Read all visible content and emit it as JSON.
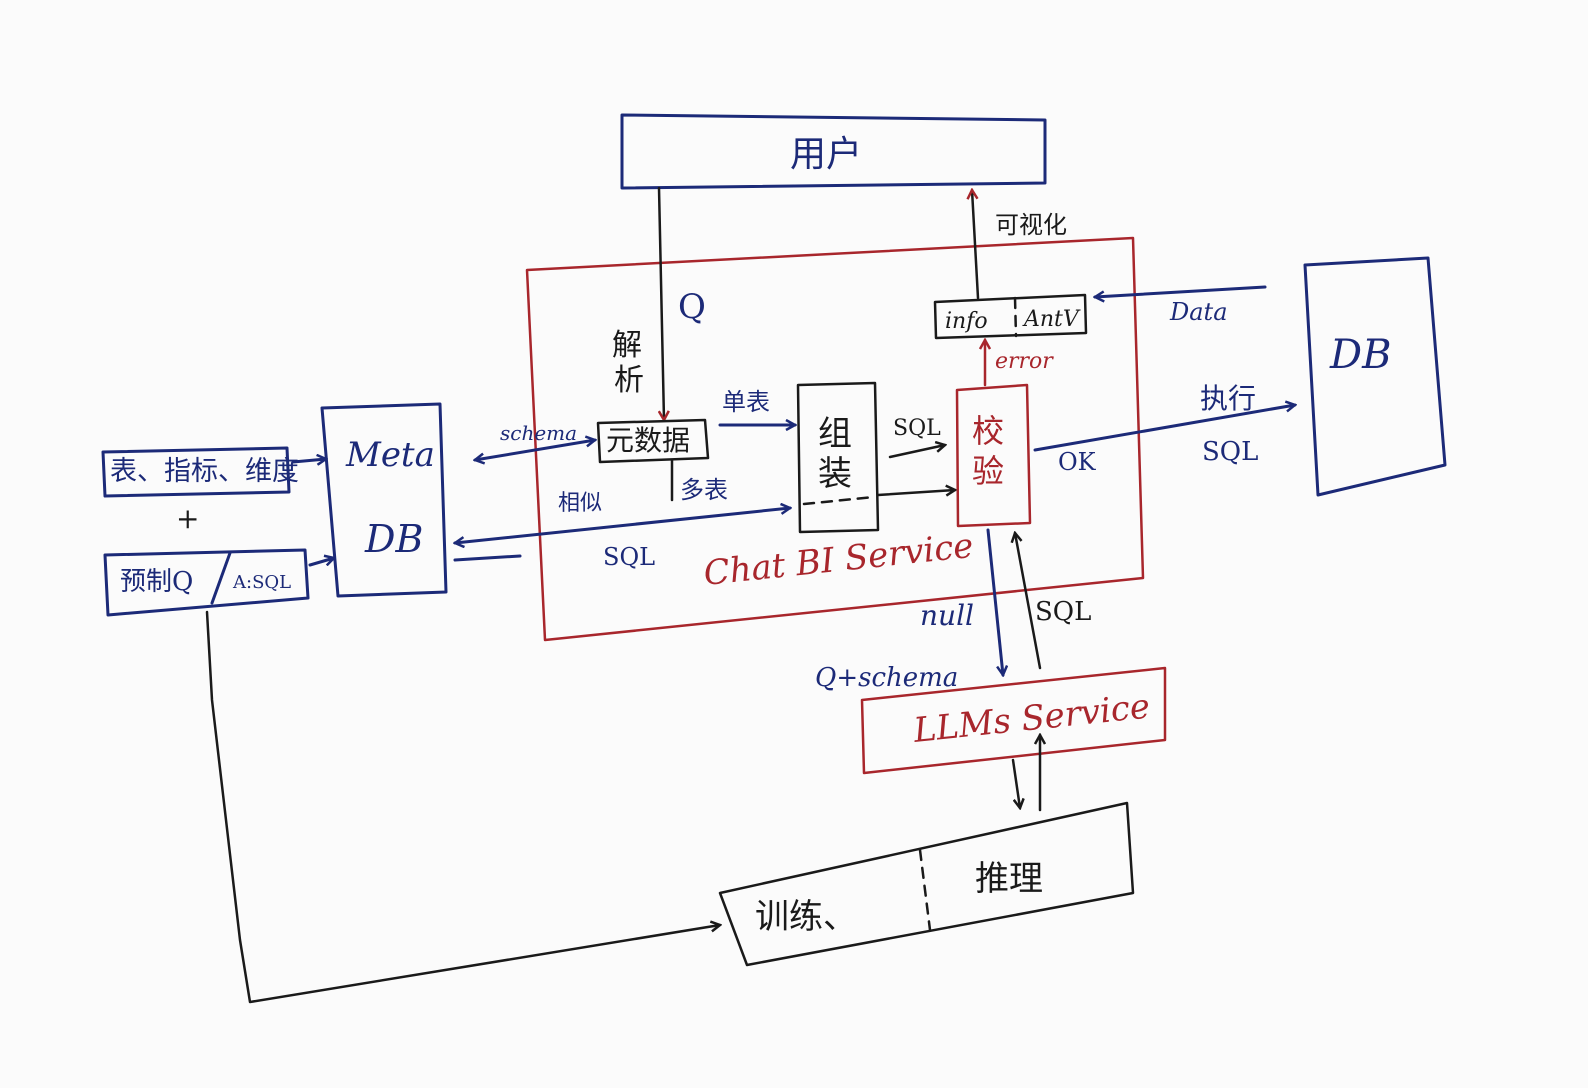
{
  "nodes": {
    "user": "用户",
    "source_left": "表、指标、维度",
    "plus": "+",
    "preset_q": "预制Q",
    "preset_sql": "A:SQL",
    "meta_db_line1": "Meta",
    "meta_db_line2": "DB",
    "metadata": "元数据",
    "assemble_line1": "组",
    "assemble_line2": "装",
    "validate_line1": "校",
    "validate_line2": "验",
    "info": "info",
    "antv": "AntV",
    "db_right": "DB",
    "chat_bi_service": "Chat BI Service",
    "llms_service": "LLMs Service",
    "train": "训练、",
    "infer": "推理"
  },
  "edges": {
    "q": "Q",
    "parse_line1": "解",
    "parse_line2": "析",
    "schema": "schema",
    "similar": "相似",
    "pure_table": "单表",
    "multi_table": "多表",
    "sql_assemble": "SQL",
    "sql_meta": "SQL",
    "visualize": "可视化",
    "error": "error",
    "data": "Data",
    "execute": "执行",
    "sql_execute": "SQL",
    "ok": "OK",
    "null": "null",
    "sql_llm": "SQL",
    "q_schema": "Q+schema"
  },
  "colors": {
    "blue_ink": "#1c2a78",
    "black_ink": "#1a1a1a",
    "red_ink": "#a8262c",
    "paper": "#fbfbfb"
  }
}
